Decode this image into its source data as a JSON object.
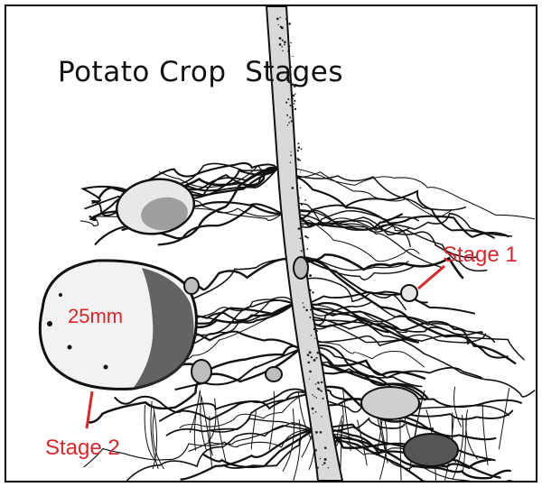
{
  "title": "Potato Crop  Stages",
  "labels": {
    "stage1": "Stage 1",
    "stage2": "Stage 2",
    "size": "25mm"
  },
  "colors": {
    "annotation": "#d8262b",
    "ink": "#111111",
    "background": "#ffffff"
  }
}
